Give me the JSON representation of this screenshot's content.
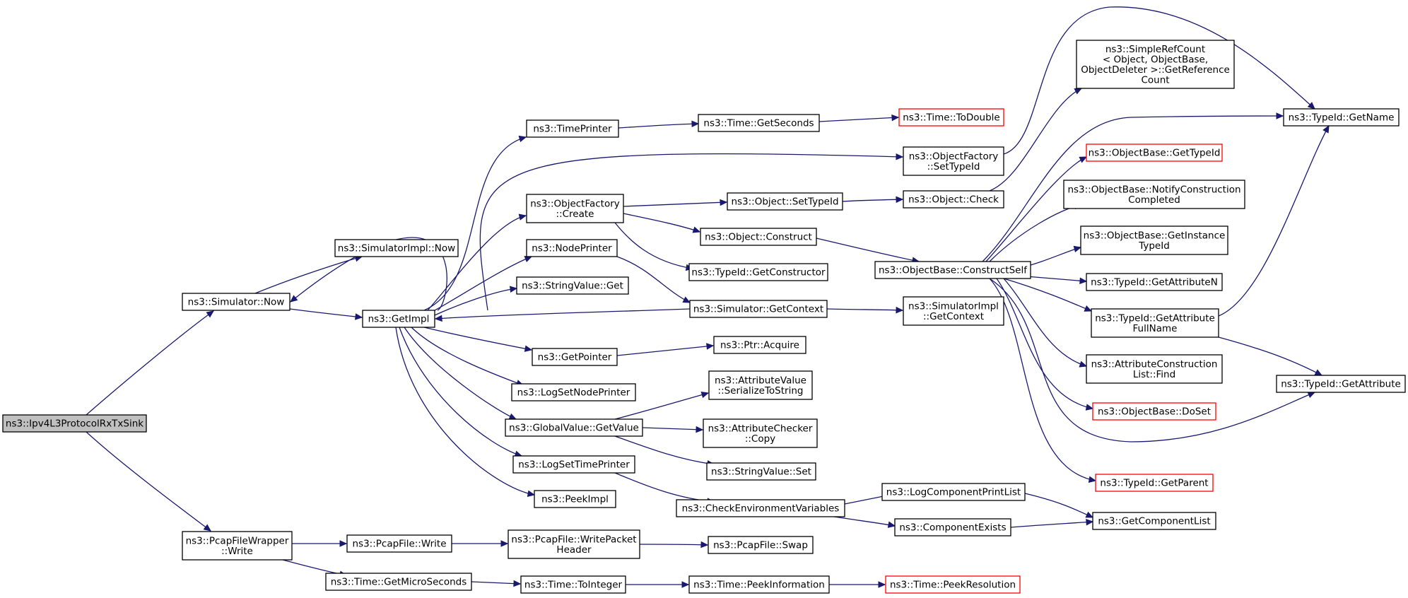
{
  "colors": {
    "edge": "#191970",
    "root_fill": "#c0c0c0",
    "border_default": "#000000",
    "border_red": "#ff0000",
    "background": "#ffffff"
  },
  "nodes": [
    {
      "id": "root",
      "lines": [
        "ns3::Ipv4L3ProtocolRxTxSink"
      ],
      "style": "root"
    },
    {
      "id": "simnow",
      "lines": [
        "ns3::Simulator::Now"
      ],
      "style": "default"
    },
    {
      "id": "pcapwrap",
      "lines": [
        "ns3::PcapFileWrapper",
        "::Write"
      ],
      "style": "default"
    },
    {
      "id": "simimplnow",
      "lines": [
        "ns3::SimulatorImpl::Now"
      ],
      "style": "default"
    },
    {
      "id": "getimpl",
      "lines": [
        "ns3::GetImpl"
      ],
      "style": "default"
    },
    {
      "id": "timeprinter",
      "lines": [
        "ns3::TimePrinter"
      ],
      "style": "default"
    },
    {
      "id": "ofcreate",
      "lines": [
        "ns3::ObjectFactory",
        "::Create"
      ],
      "style": "default"
    },
    {
      "id": "nodeprinter",
      "lines": [
        "ns3::NodePrinter"
      ],
      "style": "default"
    },
    {
      "id": "strvalget",
      "lines": [
        "ns3::StringValue::Get"
      ],
      "style": "default"
    },
    {
      "id": "getpointer",
      "lines": [
        "ns3::GetPointer"
      ],
      "style": "default"
    },
    {
      "id": "logsetnode",
      "lines": [
        "ns3::LogSetNodePrinter"
      ],
      "style": "default"
    },
    {
      "id": "gvgetvalue",
      "lines": [
        "ns3::GlobalValue::GetValue"
      ],
      "style": "default"
    },
    {
      "id": "logsettime",
      "lines": [
        "ns3::LogSetTimePrinter"
      ],
      "style": "default"
    },
    {
      "id": "peekimpl",
      "lines": [
        "ns3::PeekImpl"
      ],
      "style": "default"
    },
    {
      "id": "pcapfilewrite",
      "lines": [
        "ns3::PcapFile::Write"
      ],
      "style": "default"
    },
    {
      "id": "getmicro",
      "lines": [
        "ns3::Time::GetMicroSeconds"
      ],
      "style": "default"
    },
    {
      "id": "getseconds",
      "lines": [
        "ns3::Time::GetSeconds"
      ],
      "style": "default"
    },
    {
      "id": "objsettypeid",
      "lines": [
        "ns3::Object::SetTypeId"
      ],
      "style": "default"
    },
    {
      "id": "objconstruct",
      "lines": [
        "ns3::Object::Construct"
      ],
      "style": "default"
    },
    {
      "id": "getconstructor",
      "lines": [
        "ns3::TypeId::GetConstructor"
      ],
      "style": "default"
    },
    {
      "id": "simgetcontext",
      "lines": [
        "ns3::Simulator::GetContext"
      ],
      "style": "default"
    },
    {
      "id": "ptracquire",
      "lines": [
        "ns3::Ptr::Acquire"
      ],
      "style": "default"
    },
    {
      "id": "avserialize",
      "lines": [
        "ns3::AttributeValue",
        "::SerializeToString"
      ],
      "style": "default"
    },
    {
      "id": "accopy",
      "lines": [
        "ns3::AttributeChecker",
        "::Copy"
      ],
      "style": "default"
    },
    {
      "id": "strvalset",
      "lines": [
        "ns3::StringValue::Set"
      ],
      "style": "default"
    },
    {
      "id": "checkenv",
      "lines": [
        "ns3::CheckEnvironmentVariables"
      ],
      "style": "default"
    },
    {
      "id": "writepacketheader",
      "lines": [
        "ns3::PcapFile::WritePacket",
        "Header"
      ],
      "style": "default"
    },
    {
      "id": "tointeger",
      "lines": [
        "ns3::Time::ToInteger"
      ],
      "style": "default"
    },
    {
      "id": "todouble",
      "lines": [
        "ns3::Time::ToDouble"
      ],
      "style": "red"
    },
    {
      "id": "ofsettypeid",
      "lines": [
        "ns3::ObjectFactory",
        "::SetTypeId"
      ],
      "style": "default"
    },
    {
      "id": "objcheck",
      "lines": [
        "ns3::Object::Check"
      ],
      "style": "default"
    },
    {
      "id": "constructself",
      "lines": [
        "ns3::ObjectBase::ConstructSelf"
      ],
      "style": "default"
    },
    {
      "id": "simimplgetcontext",
      "lines": [
        "ns3::SimulatorImpl",
        "::GetContext"
      ],
      "style": "default"
    },
    {
      "id": "logcompprint",
      "lines": [
        "ns3::LogComponentPrintList"
      ],
      "style": "default"
    },
    {
      "id": "compexists",
      "lines": [
        "ns3::ComponentExists"
      ],
      "style": "default"
    },
    {
      "id": "pcapswap",
      "lines": [
        "ns3::PcapFile::Swap"
      ],
      "style": "default"
    },
    {
      "id": "peekinfo",
      "lines": [
        "ns3::Time::PeekInformation"
      ],
      "style": "default"
    },
    {
      "id": "peekres",
      "lines": [
        "ns3::Time::PeekResolution"
      ],
      "style": "red"
    },
    {
      "id": "simplerefcount",
      "lines": [
        "ns3::SimpleRefCount",
        "< Object, ObjectBase,",
        "ObjectDeleter >::GetReference",
        "Count"
      ],
      "style": "default"
    },
    {
      "id": "obgettypeid",
      "lines": [
        "ns3::ObjectBase::GetTypeId"
      ],
      "style": "red"
    },
    {
      "id": "notifyconstruction",
      "lines": [
        "ns3::ObjectBase::NotifyConstruction",
        "Completed"
      ],
      "style": "default"
    },
    {
      "id": "getinstancetypeid",
      "lines": [
        "ns3::ObjectBase::GetInstance",
        "TypeId"
      ],
      "style": "default"
    },
    {
      "id": "getattributen",
      "lines": [
        "ns3::TypeId::GetAttributeN"
      ],
      "style": "default"
    },
    {
      "id": "getattrfullname",
      "lines": [
        "ns3::TypeId::GetAttribute",
        "FullName"
      ],
      "style": "default"
    },
    {
      "id": "acfind",
      "lines": [
        "ns3::AttributeConstruction",
        "List::Find"
      ],
      "style": "default"
    },
    {
      "id": "doset",
      "lines": [
        "ns3::ObjectBase::DoSet"
      ],
      "style": "red"
    },
    {
      "id": "getparent",
      "lines": [
        "ns3::TypeId::GetParent"
      ],
      "style": "red"
    },
    {
      "id": "getcomplist",
      "lines": [
        "ns3::GetComponentList"
      ],
      "style": "default"
    },
    {
      "id": "getname",
      "lines": [
        "ns3::TypeId::GetName"
      ],
      "style": "default"
    },
    {
      "id": "getattribute",
      "lines": [
        "ns3::TypeId::GetAttribute"
      ],
      "style": "default"
    }
  ]
}
